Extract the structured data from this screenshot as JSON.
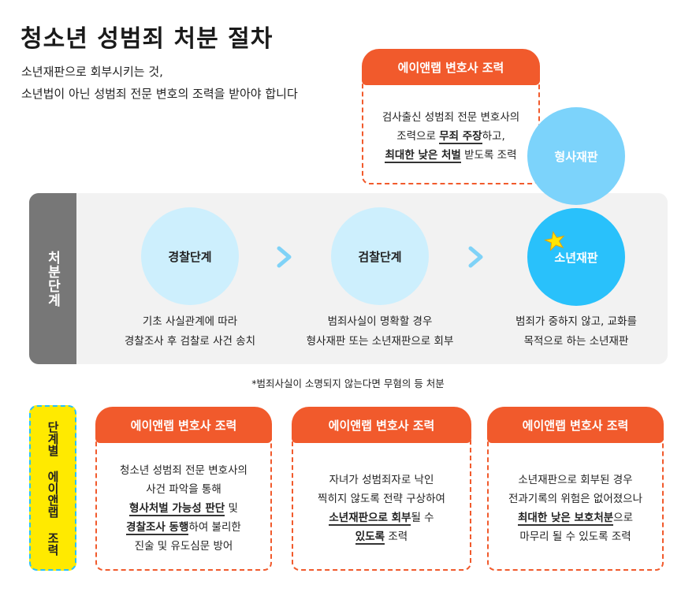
{
  "title": "청소년 성범죄 처분 절차",
  "subtitle_lines": [
    "소년재판으로 회부시키는 것,",
    "소년법이 아닌 성범죄 전문 변호의 조력을 받아야 합니다"
  ],
  "top_card": {
    "heading": "에이앤랩 변호사 조력",
    "lines": [
      [
        {
          "t": "검사출신 성범죄 전문 변호사의"
        }
      ],
      [
        {
          "t": "조력으로 "
        },
        {
          "t": "무죄 주장",
          "b": true
        },
        {
          "t": "하고,"
        }
      ],
      [
        {
          "t": "최대한 낮은 처벌",
          "b": true
        },
        {
          "t": " 받도록 조력"
        }
      ]
    ]
  },
  "process": {
    "label": "처분단계",
    "stages": [
      {
        "name": "경찰단계",
        "desc": [
          "기초 사실관계에 따라",
          "경찰조사 후 검찰로 사건 송치"
        ]
      },
      {
        "name": "검찰단계",
        "desc": [
          "범죄사실이 명확할 경우",
          "형사재판 또는 소년재판으로 회부"
        ]
      },
      {
        "name": "소년재판",
        "desc": [
          "범죄가 중하지 않고, 교화를",
          "목적으로 하는 소년재판"
        ]
      }
    ],
    "criminal_trial": "형사재판"
  },
  "note": "*범죄사실이 소명되지 않는다면 무혐의 등 처분",
  "stage_help": {
    "label": "단계별 에이앤랩 조력",
    "cards": [
      {
        "heading": "에이앤랩 변호사 조력",
        "lines": [
          [
            {
              "t": "청소년 성범죄 전문 변호사의"
            }
          ],
          [
            {
              "t": "사건 파악을 통해"
            }
          ],
          [
            {
              "t": "형사처벌 가능성 판단",
              "b": true
            },
            {
              "t": " 및"
            }
          ],
          [
            {
              "t": "경찰조사 동행",
              "b": true
            },
            {
              "t": "하여 불리한"
            }
          ],
          [
            {
              "t": "진술 및 유도심문 방어"
            }
          ]
        ]
      },
      {
        "heading": "에이앤랩 변호사 조력",
        "lines": [
          [
            {
              "t": "자녀가 성범죄자로 낙인"
            }
          ],
          [
            {
              "t": "찍히지 않도록 전략 구상하여"
            }
          ],
          [
            {
              "t": "소년재판으로 회부",
              "b": true
            },
            {
              "t": "될 수"
            }
          ],
          [
            {
              "t": "있도록",
              "b": true
            },
            {
              "t": " 조력"
            }
          ]
        ]
      },
      {
        "heading": "에이앤랩 변호사 조력",
        "lines": [
          [
            {
              "t": "소년재판으로 회부된 경우"
            }
          ],
          [
            {
              "t": "전과기록의 위험은 없어졌으나"
            }
          ],
          [
            {
              "t": "최대한 낮은 보호처분",
              "b": true
            },
            {
              "t": "으로"
            }
          ],
          [
            {
              "t": "마무리 될 수 있도록 조력"
            }
          ]
        ]
      }
    ]
  },
  "colors": {
    "accent_orange": "#f15a2c",
    "circle_light": "#cdeffd",
    "circle_criminal": "#7cd3fb",
    "circle_juvenile": "#29c1fb",
    "label_yellow": "#ffea00",
    "band_gray": "#f2f2f2",
    "label_gray": "#777777",
    "arrow": "#7fd2f7",
    "star": "#ffe600"
  },
  "icons": [
    "chevron-right-icon",
    "star-icon"
  ]
}
